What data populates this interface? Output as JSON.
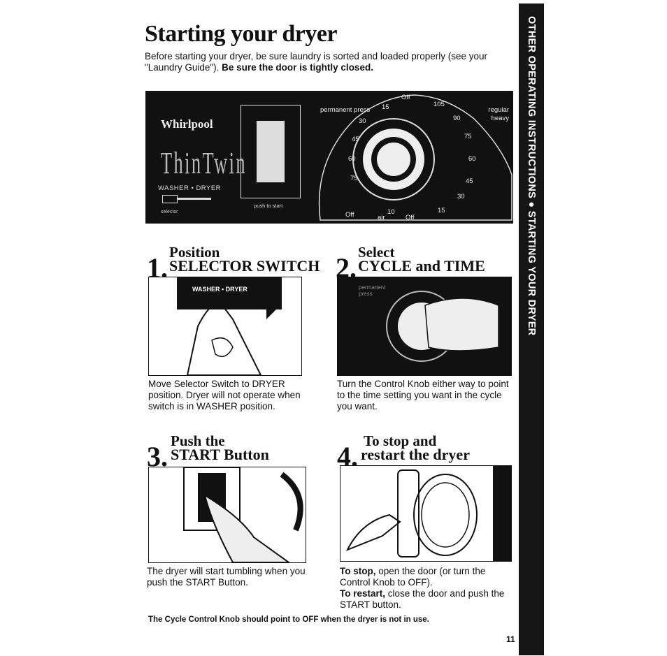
{
  "title": "Starting your dryer",
  "intro": {
    "text": "Before starting your dryer, be sure laundry is sorted and loaded properly (see your \"Laundry Guide\"). ",
    "bold": "Be sure the door is tightly closed."
  },
  "sidebar": {
    "text": "OTHER OPERATING INSTRUCTIONS ● STARTING YOUR DRYER"
  },
  "panel": {
    "logo": "Whirlpool",
    "brand_script": "ThinTwin",
    "washer_dryer": "WASHER • DRYER",
    "selector": "selector",
    "push_to_start": "push to start",
    "dial": {
      "permanent_press": "permanent press",
      "regular_heavy": "regular heavy",
      "off_top": "Off",
      "off_left": "Off",
      "off_bottom": "Off",
      "air": "air",
      "ticks": [
        "15",
        "30",
        "45",
        "60",
        "75",
        "10",
        "105",
        "90",
        "75",
        "60",
        "45",
        "30",
        "15"
      ]
    }
  },
  "steps": [
    {
      "number": "1.",
      "small": "Position",
      "big": "SELECTOR SWITCH",
      "photo_label": "WASHER • DRYER",
      "body": "Move Selector Switch to DRYER position. Dryer will not operate when switch is in WASHER position."
    },
    {
      "number": "2.",
      "small": "Select",
      "big": "CYCLE and TIME",
      "photo_label": "permanent press",
      "body": "Turn the Control Knob either way to point to the time setting you want in the cycle you want."
    },
    {
      "number": "3.",
      "small": "Push the",
      "big": "START Button",
      "body": "The dryer will start tumbling when you push the START Button."
    },
    {
      "number": "4.",
      "small": "To stop and",
      "big": "restart the dryer",
      "body_stop_bold": "To stop,",
      "body_stop": " open the door (or turn the Control Knob to OFF).",
      "body_restart_bold": "To restart,",
      "body_restart": " close the door and push the START button."
    }
  ],
  "footer": "The Cycle Control Knob should point to OFF when the dryer is not in use.",
  "page_number": "11"
}
